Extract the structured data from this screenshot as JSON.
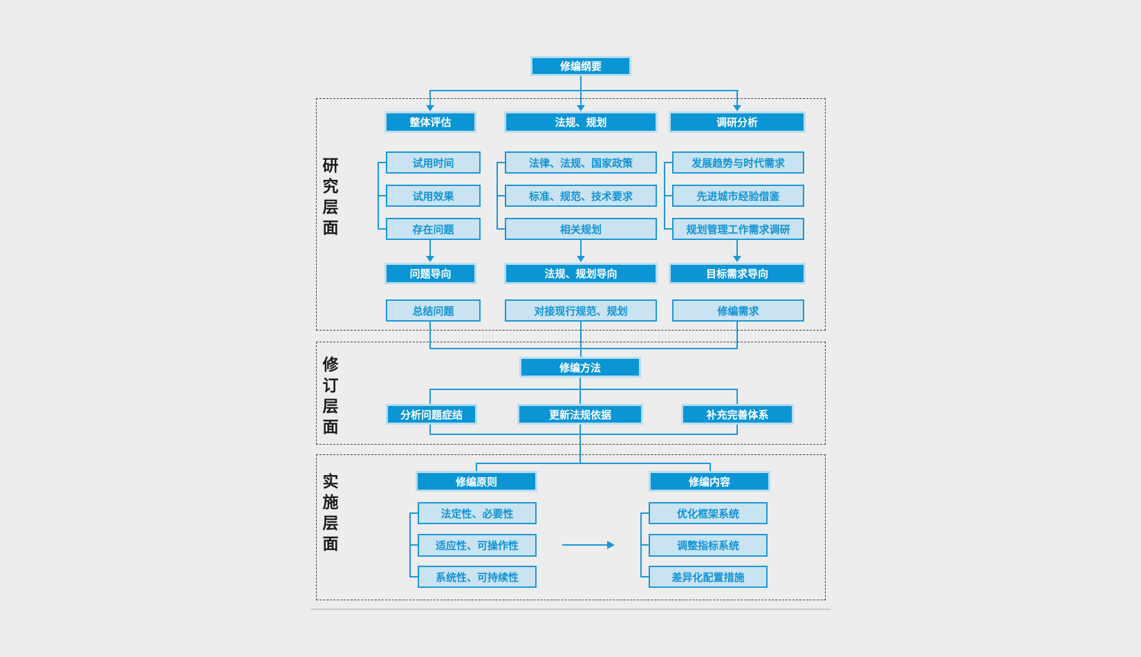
{
  "colors": {
    "background": "#ededed",
    "solid_box_fill": "#0b95d4",
    "solid_box_halo": "#b9ddf1",
    "light_box_fill": "#c9e3f2",
    "line_blue": "#1b97d5",
    "text_blue": "#1193d3",
    "section_label_text": "#1a1a1a",
    "dashed_border": "#3c3c3c"
  },
  "root_label": "修编纲要",
  "research": {
    "label": "研究层面",
    "columns": [
      {
        "header": "整体评估",
        "items": [
          "试用时间",
          "试用效果",
          "存在问题"
        ],
        "orientation": "问题导向",
        "result": "总结问题"
      },
      {
        "header": "法规、规划",
        "items": [
          "法律、法规、国家政策",
          "标准、规范、技术要求",
          "相关规划"
        ],
        "orientation": "法规、规划导向",
        "result": "对接现行规范、规划"
      },
      {
        "header": "调研分析",
        "items": [
          "发展趋势与时代需求",
          "先进城市经验借鉴",
          "规划管理工作需求调研"
        ],
        "orientation": "目标需求导向",
        "result": "修编需求"
      }
    ]
  },
  "revision": {
    "label": "修订层面",
    "method": "修编方法",
    "branches": [
      "分析问题症结",
      "更新法规依据",
      "补充完善体系"
    ]
  },
  "implementation": {
    "label": "实施层面",
    "principle": {
      "header": "修编原则",
      "items": [
        "法定性、必要性",
        "适应性、可操作性",
        "系统性、可持续性"
      ]
    },
    "content": {
      "header": "修编内容",
      "items": [
        "优化框架系统",
        "调整指标系统",
        "差异化配置措施"
      ]
    }
  }
}
